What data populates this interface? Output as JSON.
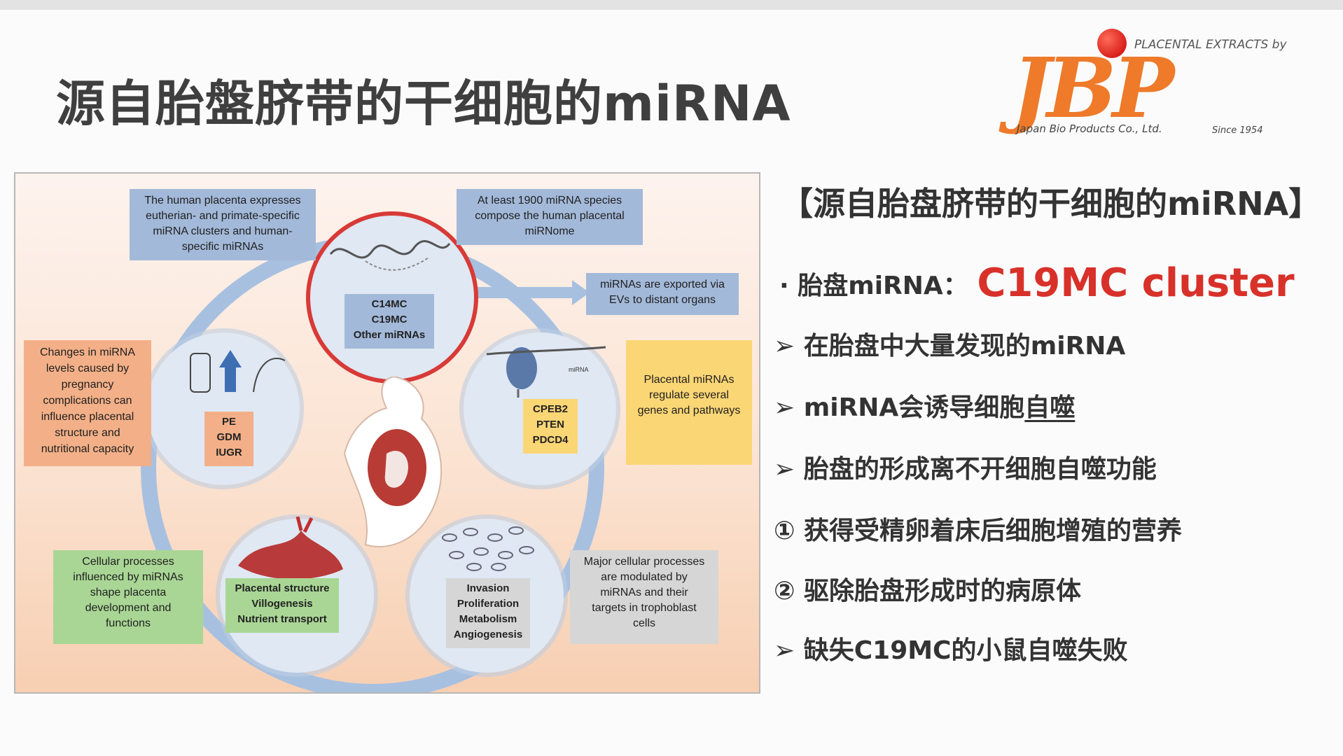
{
  "slide": {
    "title": "源自胎盤脐带的干细胞的miRNA",
    "logo": {
      "tagline": "PLACENTAL EXTRACTS by",
      "mark": "JBP",
      "company": "Japan Bio Products Co., Ltd.",
      "since": "Since 1954"
    },
    "figure": {
      "center_label": "C14MC\nC19MC\nOther miRNAs",
      "top_left_box": "The human placenta expresses\neutherian- and primate-specific\nmiRNA clusters and human-\nspecific miRNAs",
      "top_right_box": "At least 1900 miRNA species\ncompose the human placental\nmiRNome",
      "export_box": "miRNAs are exported via\nEVs to distant organs",
      "left_box": "Changes in miRNA\nlevels caused by\npregnancy\ncomplications can\ninfluence placental\nstructure and\nnutritional capacity",
      "left_label": "PE\nGDM\nIUGR",
      "right_label": "CPEB2\nPTEN\nPDCD4",
      "right_box": "Placental miRNAs\nregulate several\ngenes and pathways",
      "bottom_left_box": "Cellular processes\ninfluenced by miRNAs\nshape placenta\ndevelopment and\nfunctions",
      "bottom_left_label": "Placental structure\nVillogenesis\nNutrient transport",
      "bottom_right_label": "Invasion\nProliferation\nMetabolism\nAngiogenesis",
      "bottom_right_box": "Major cellular processes\nare modulated by\nmiRNAs and their\ntargets in trophoblast\ncells",
      "mirna_tag": "miRNA"
    },
    "right": {
      "subtitle": "【源自胎盘脐带的干细胞的miRNA】",
      "line1_prefix": "· 胎盘miRNA：",
      "line1_highlight": "C19MC cluster",
      "items": [
        {
          "marker": "➢",
          "text": "在胎盘中大量发现的miRNA"
        },
        {
          "marker": "➢",
          "text_pre": "miRNA会诱导细胞",
          "text_u": "自噬"
        },
        {
          "marker": "➢",
          "text": "胎盘的形成离不开细胞自噬功能"
        },
        {
          "marker": "①",
          "text": "获得受精卵着床后细胞增殖的营养"
        },
        {
          "marker": "②",
          "text": "驱除胎盘形成时的病原体"
        },
        {
          "marker": "➢",
          "text": "缺失C19MC的小鼠自噬失败"
        }
      ]
    },
    "colors": {
      "title": "#3f3f3f",
      "highlight": "#d8312a",
      "logo_orange": "#ee7a2a",
      "logo_dot": "#d8201a",
      "blue_box": "#a3b9d9",
      "salmon_box": "#f3b088",
      "yellow_box": "#fbd675",
      "green_box": "#a9d695",
      "gray_box": "#d6d6d6"
    }
  }
}
